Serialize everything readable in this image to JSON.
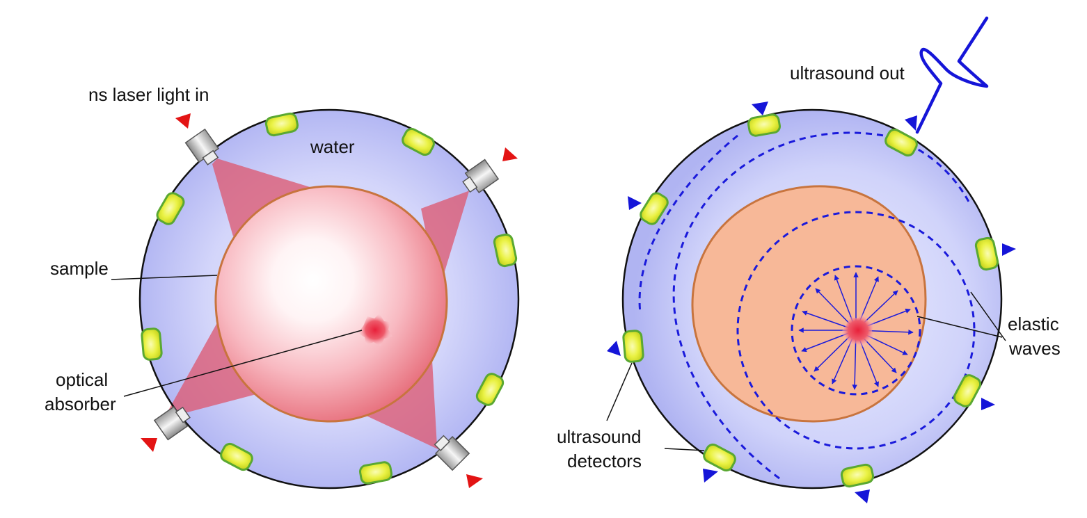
{
  "left_panel": {
    "labels": {
      "laser": "ns laser light in",
      "water": "water",
      "sample": "sample",
      "absorber_1": "optical",
      "absorber_2": "absorber"
    }
  },
  "right_panel": {
    "labels": {
      "ultrasound_out": "ultrasound out",
      "elastic_1": "elastic",
      "elastic_2": "waves",
      "detectors_1": "ultrasound",
      "detectors_2": "detectors"
    }
  },
  "colors": {
    "water": "#c5c8f7",
    "sample_edge": "#c8743e",
    "sample_fill_right": "#f7b898",
    "absorber": "#e8404e",
    "light_cone": "#d8506a",
    "detector_fill": "#e8f24a",
    "detector_edge": "#5aa832",
    "marker_red": "#e31414",
    "marker_blue": "#1515d8",
    "wave": "#1a1adb"
  }
}
